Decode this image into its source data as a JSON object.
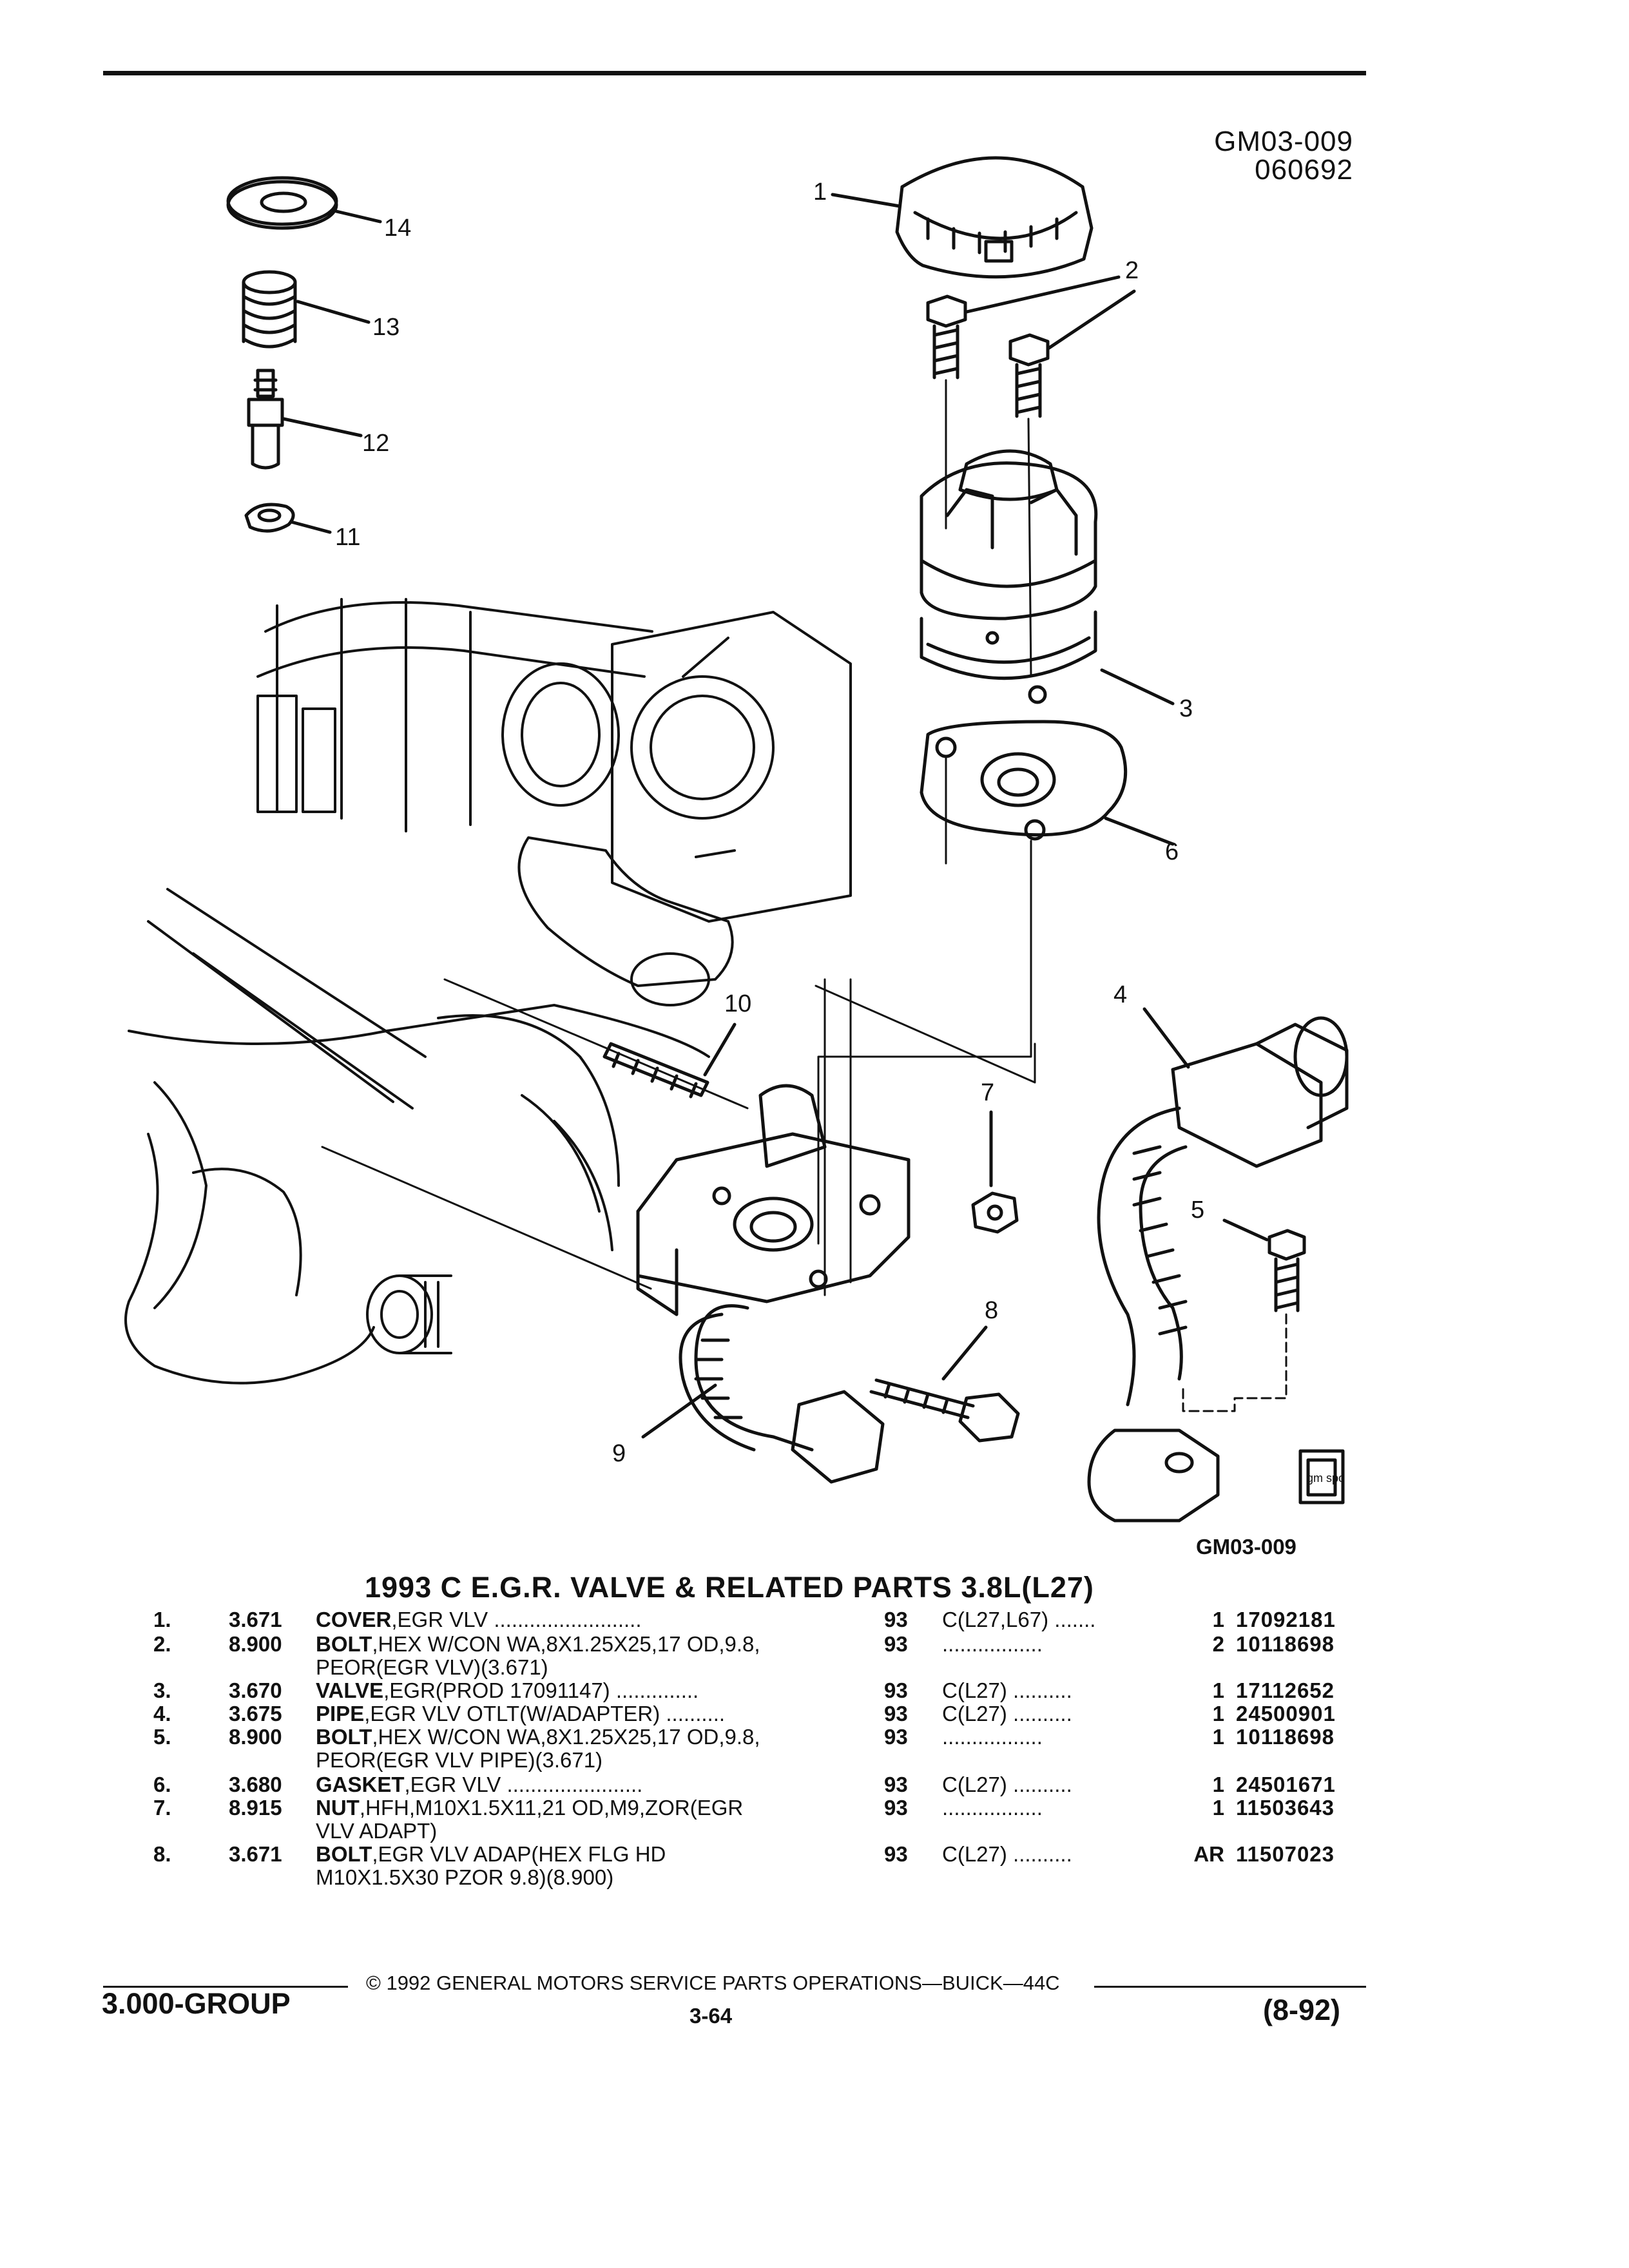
{
  "figure": {
    "id_line1": "GM03-009",
    "id_line2": "060692",
    "bottom_id": "GM03-009",
    "callouts": [
      "1",
      "2",
      "3",
      "4",
      "5",
      "6",
      "7",
      "8",
      "9",
      "10",
      "11",
      "12",
      "13",
      "14"
    ],
    "logo_text": "gm spo"
  },
  "section_title": "1993 C E.G.R. VALVE & RELATED PARTS 3.8L(L27)",
  "parts": [
    {
      "idx": "1.",
      "group": "3.671",
      "name": "COVER",
      "desc": ",EGR VLV",
      "desc2": "",
      "dots1": ".........................",
      "year": "93",
      "app": "C(L27,L67)",
      "dots2": ".......",
      "qty": "1",
      "pn": "17092181"
    },
    {
      "idx": "2.",
      "group": "8.900",
      "name": "BOLT",
      "desc": ",HEX W/CON WA,8X1.25X25,17 OD,9.8,",
      "desc2": "PEOR(EGR VLV)(3.671)",
      "dots1": "",
      "year": "93",
      "app": "",
      "dots2": ".................",
      "qty": "2",
      "pn": "10118698"
    },
    {
      "idx": "3.",
      "group": "3.670",
      "name": "VALVE",
      "desc": ",EGR(PROD 17091147)",
      "desc2": "",
      "dots1": "..............",
      "year": "93",
      "app": "C(L27)",
      "dots2": "..........",
      "qty": "1",
      "pn": "17112652"
    },
    {
      "idx": "4.",
      "group": "3.675",
      "name": "PIPE",
      "desc": ",EGR VLV OTLT(W/ADAPTER)",
      "desc2": "",
      "dots1": "..........",
      "year": "93",
      "app": "C(L27)",
      "dots2": "..........",
      "qty": "1",
      "pn": "24500901"
    },
    {
      "idx": "5.",
      "group": "8.900",
      "name": "BOLT",
      "desc": ",HEX W/CON WA,8X1.25X25,17 OD,9.8,",
      "desc2": "PEOR(EGR VLV PIPE)(3.671)",
      "dots1": "",
      "year": "93",
      "app": "",
      "dots2": ".................",
      "qty": "1",
      "pn": "10118698"
    },
    {
      "idx": "6.",
      "group": "3.680",
      "name": "GASKET",
      "desc": ",EGR VLV",
      "desc2": "",
      "dots1": ".......................",
      "year": "93",
      "app": "C(L27)",
      "dots2": "..........",
      "qty": "1",
      "pn": "24501671"
    },
    {
      "idx": "7.",
      "group": "8.915",
      "name": "NUT",
      "desc": ",HFH,M10X1.5X11,21 OD,M9,ZOR(EGR",
      "desc2": "VLV ADAPT)",
      "dots1": "",
      "year": "93",
      "app": "",
      "dots2": ".................",
      "qty": "1",
      "pn": "11503643"
    },
    {
      "idx": "8.",
      "group": "3.671",
      "name": "BOLT",
      "desc": ",EGR VLV ADAP(HEX FLG HD",
      "desc2": "M10X1.5X30 PZOR 9.8)(8.900)",
      "dots1": "",
      "year": "93",
      "app": "C(L27)",
      "dots2": "..........",
      "qty": "AR",
      "pn": "11507023"
    }
  ],
  "footer": {
    "copyright": "© 1992 GENERAL MOTORS SERVICE PARTS OPERATIONS—BUICK—44C",
    "group": "3.000-GROUP",
    "page": "3-64",
    "date": "(8-92)"
  }
}
